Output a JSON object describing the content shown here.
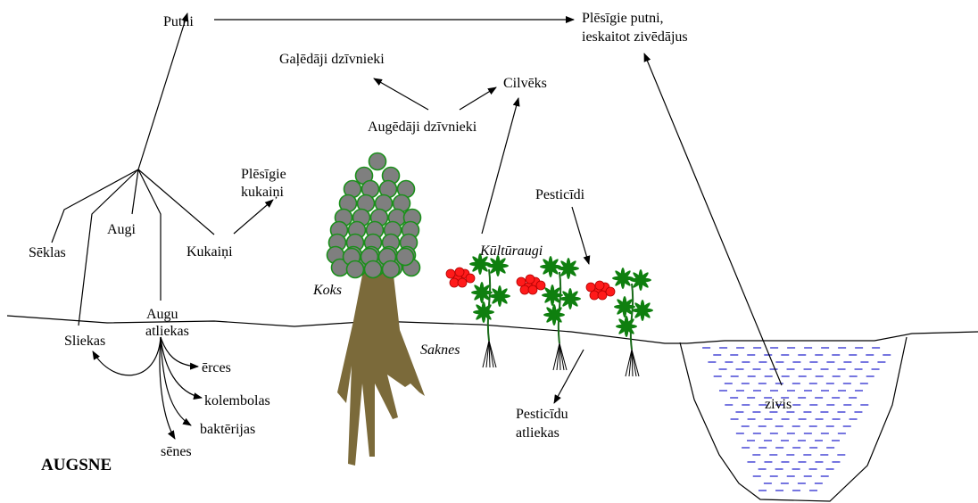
{
  "labels": {
    "putni": "Putni",
    "plesigie_putni_1": "Plēsīgie putni,",
    "plesigie_putni_2": "ieskaitot zivēdājus",
    "galedaji": "Gaļēdāji dzīvnieki",
    "cilveks": "Cilvēks",
    "augedaji": "Augēdāji dzīvnieki",
    "plesigie_kukaini_1": "Plēsīgie",
    "plesigie_kukaini_2": "kukaiņi",
    "seklas": "Sēklas",
    "augi": "Augi",
    "kukaini": "Kukaiņi",
    "koks": "Koks",
    "kulturaugi": "Kūltūraugi",
    "pesticidi": "Pesticīdi",
    "augu_atliekas_1": "Augu",
    "augu_atliekas_2": "atliekas",
    "sliekas": "Sliekas",
    "erces": "ērces",
    "kolembolas": "kolembolas",
    "bakterijas": "baktērijas",
    "senes": "sēnes",
    "saknes": "Saknes",
    "pesticidu_atliekas_1": "Pesticīdu",
    "pesticidu_atliekas_2": "atliekas",
    "zivis": "zivis",
    "augsne": "AUGSNE"
  },
  "colors": {
    "canopy_fill": "#7f7f7f",
    "canopy_stroke": "#1a8f1a",
    "trunk": "#7b6a3a",
    "berry": "#ff1a1a",
    "leaf": "#0f7f0f",
    "water_dash": "#1a1acc"
  }
}
